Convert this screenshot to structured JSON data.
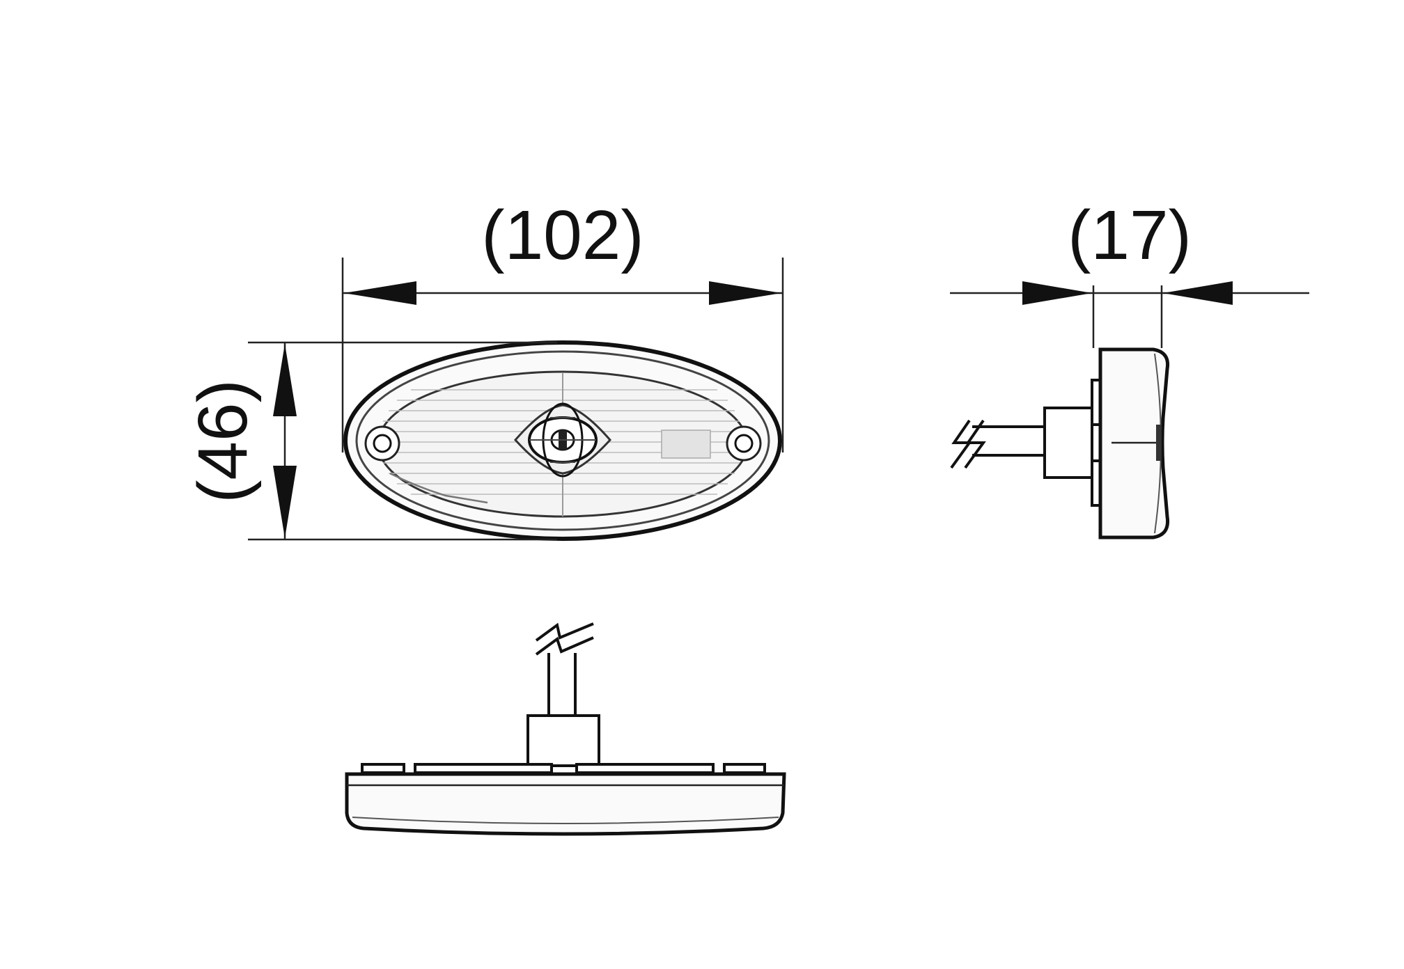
{
  "dimensions": {
    "width_label": "(102)",
    "depth_label": "(17)",
    "height_label": "(46)"
  },
  "colors": {
    "line": "#111111",
    "lens_fill": "#f7f7f7",
    "background": "#ffffff"
  }
}
